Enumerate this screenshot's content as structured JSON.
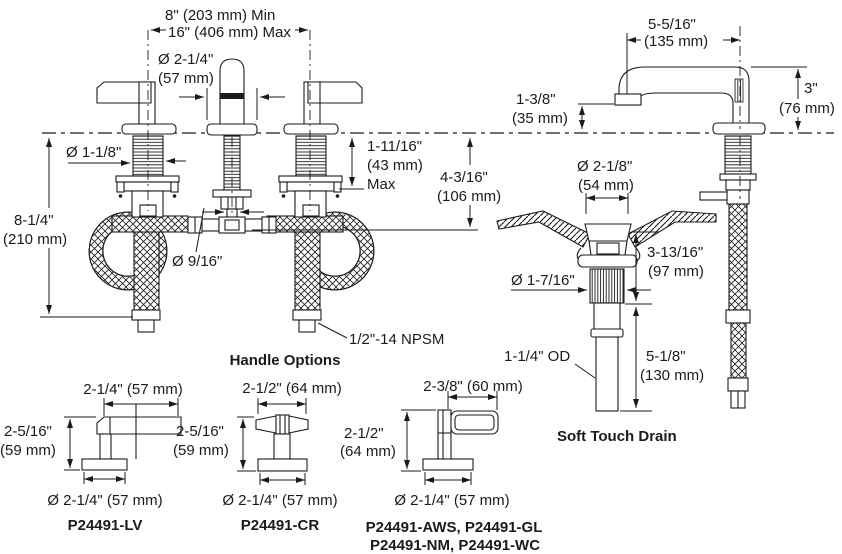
{
  "colors": {
    "line": "#1b1b1b",
    "background": "#ffffff"
  },
  "labels": {
    "spread_min": "8\" (203 mm) Min",
    "spread_max": "16\" (406 mm) Max",
    "spout_dia1": "Ø 2-1/4\"",
    "spout_dia2": "(57 mm)",
    "shank_dia": "Ø 1-1/8\"",
    "below_deck1": "1-11/16\"",
    "below_deck2": "(43 mm)",
    "below_deck3": "Max",
    "drop1": "4-3/16\"",
    "drop2": "(106 mm)",
    "supply_len1": "8-1/4\"",
    "supply_len2": "(210 mm)",
    "tee_thread": "Ø 9/16\"",
    "supply_thread": "1/2\"-14 NPSM",
    "handle_options_title": "Handle Options",
    "spout_reach1": "5-5/16\"",
    "spout_reach2": "(135 mm)",
    "spout_height1": "3\"",
    "spout_height2": "(76 mm)",
    "spout_clear1": "1-3/8\"",
    "spout_clear2": "(35 mm)",
    "drain_flange_dia1": "Ø 2-1/8\"",
    "drain_flange_dia2": "(54 mm)",
    "drain_body1": "3-13/16\"",
    "drain_body2": "(97 mm)",
    "drain_shank_dia": "Ø 1-7/16\"",
    "tailpiece_od": "1-1/4\" OD",
    "tailpiece_len1": "5-1/8\"",
    "tailpiece_len2": "(130 mm)",
    "drain_caption": "Soft Touch Drain"
  },
  "handles": [
    {
      "width": "2-1/4\" (57 mm)",
      "height1": "2-5/16\"",
      "height2": "(59 mm)",
      "base": "Ø 2-1/4\" (57 mm)",
      "part1": "P24491-LV"
    },
    {
      "width": "2-1/2\" (64 mm)",
      "height1": "2-5/16\"",
      "height2": "(59 mm)",
      "base": "Ø 2-1/4\" (57 mm)",
      "part1": "P24491-CR"
    },
    {
      "width": "2-3/8\" (60 mm)",
      "height1": "2-1/2\"",
      "height2": "(64 mm)",
      "base": "Ø 2-1/4\" (57 mm)",
      "part1": "P24491-AWS, P24491-GL",
      "part2": "P24491-NM, P24491-WC"
    }
  ]
}
